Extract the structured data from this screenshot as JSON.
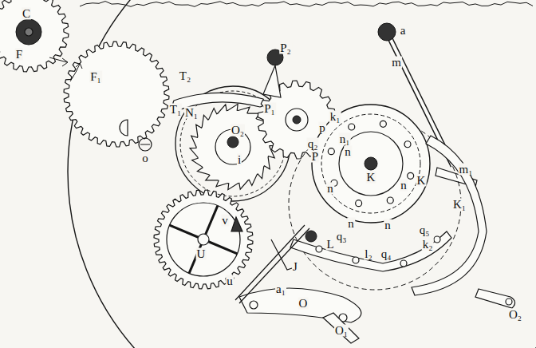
{
  "diagram": {
    "labels": [
      "C",
      "F",
      "F₁",
      "T₂",
      "T₁",
      "O₂",
      "o",
      "i",
      "N₁",
      "P₂",
      "P₁",
      "a",
      "m",
      "k₁",
      "n₁",
      "p",
      "q₂",
      "P",
      "K",
      "K",
      "m₁",
      "K₁",
      "n",
      "n",
      "n",
      "n",
      "n",
      "q₃",
      "L",
      "l₂",
      "q₄",
      "k₂",
      "q₅",
      "O₂",
      "O₁",
      "O",
      "J",
      "a₁",
      "U",
      "u",
      "v"
    ]
  }
}
